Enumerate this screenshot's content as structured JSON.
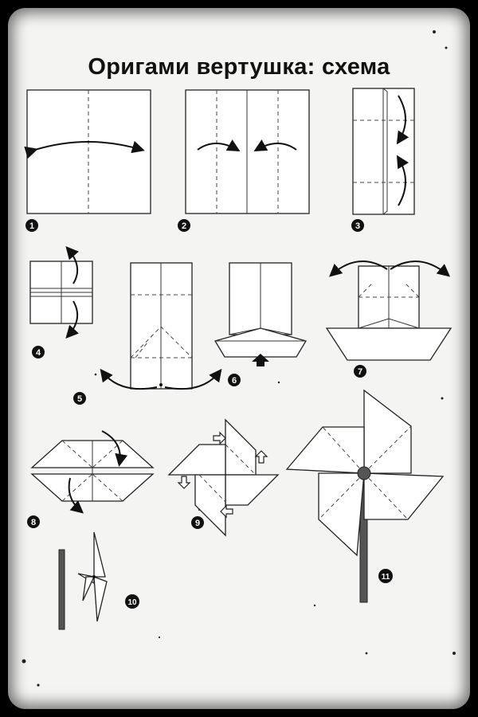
{
  "title": "Оригами вертушка: схема",
  "steps": [
    {
      "label": "1"
    },
    {
      "label": "2"
    },
    {
      "label": "3"
    },
    {
      "label": "4"
    },
    {
      "label": "5"
    },
    {
      "label": "6"
    },
    {
      "label": "7"
    },
    {
      "label": "8"
    },
    {
      "label": "9"
    },
    {
      "label": "10"
    },
    {
      "label": "11"
    }
  ]
}
